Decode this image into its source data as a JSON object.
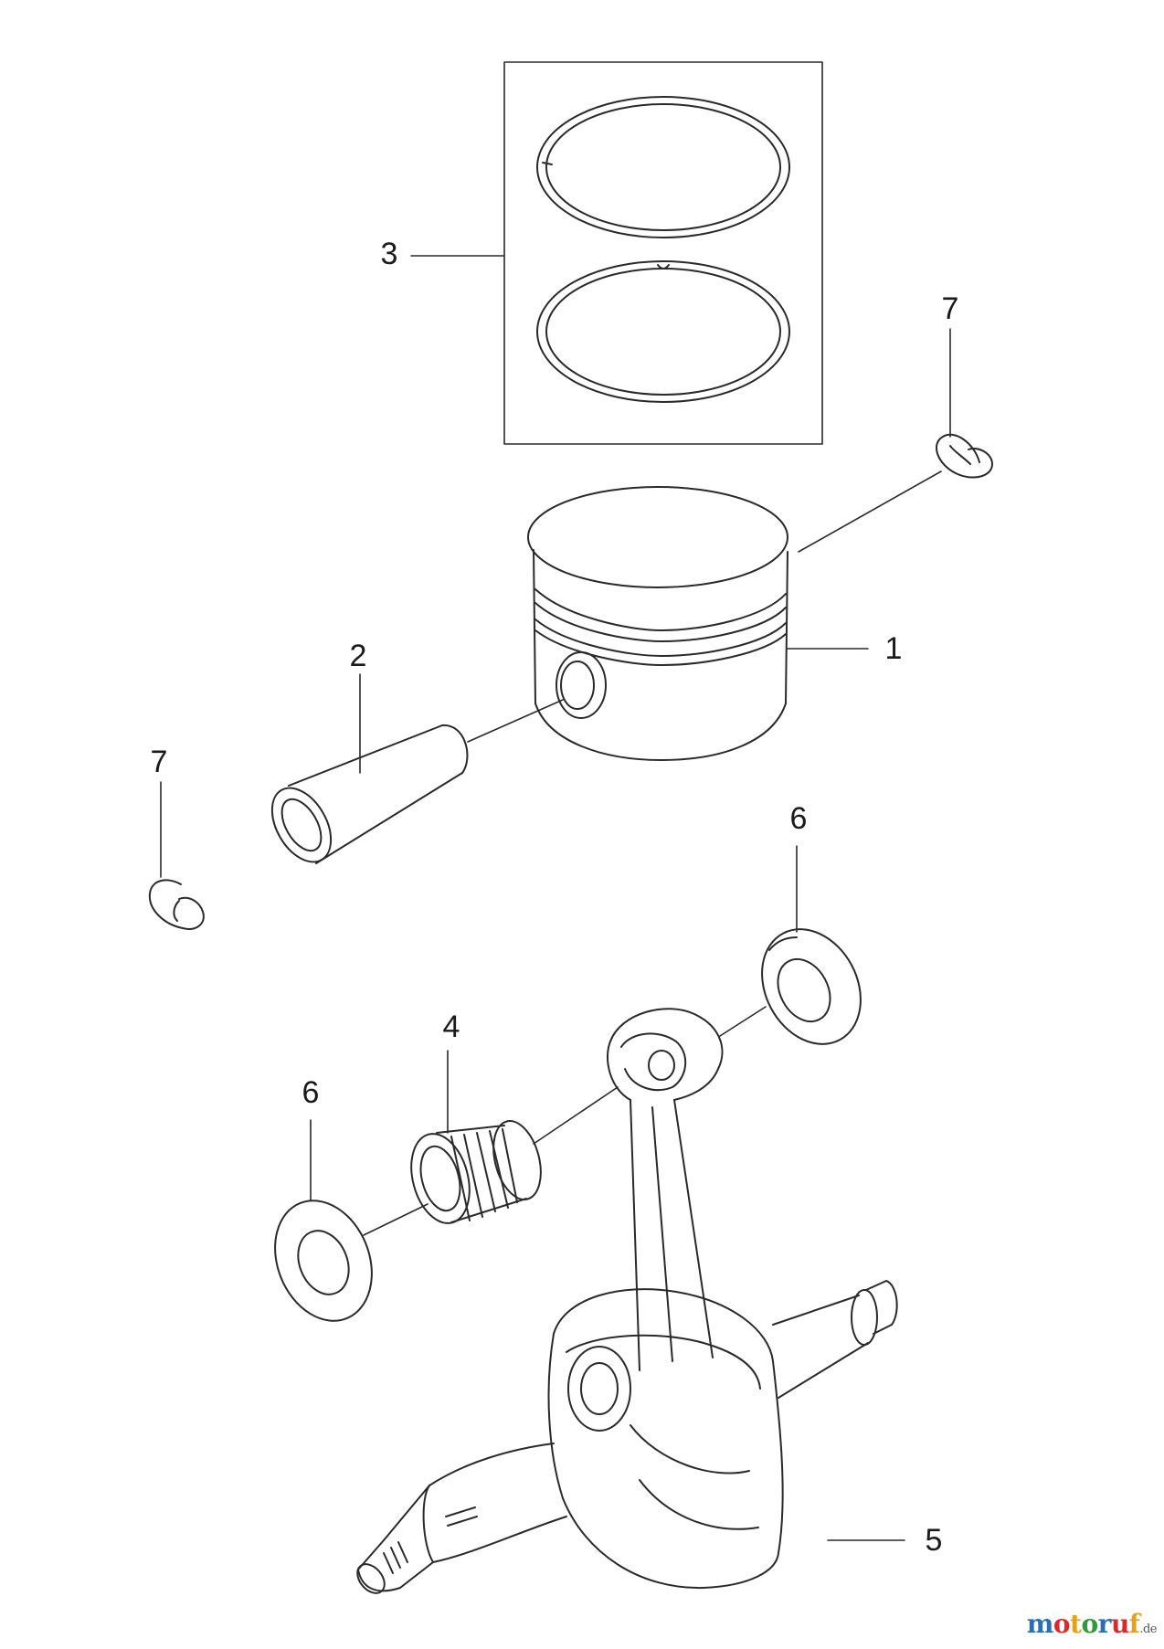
{
  "callouts": {
    "piston": "1",
    "piston_pin": "2",
    "piston_rings": "3",
    "needle_bearing": "4",
    "crankshaft": "5",
    "thrust_washer_right": "6",
    "thrust_washer_left": "6",
    "circlip_right": "7",
    "circlip_left": "7"
  },
  "watermark": {
    "chars": [
      "m",
      "o",
      "t",
      "o",
      "r",
      "u",
      "f"
    ],
    "colors": [
      "#2a6fb5",
      "#d92b2b",
      "#e3a21a",
      "#2f9a3a",
      "#2a6fb5",
      "#d92b2b",
      "#e3a21a"
    ],
    "suffix": ".de",
    "suffix_color": "#555555"
  }
}
